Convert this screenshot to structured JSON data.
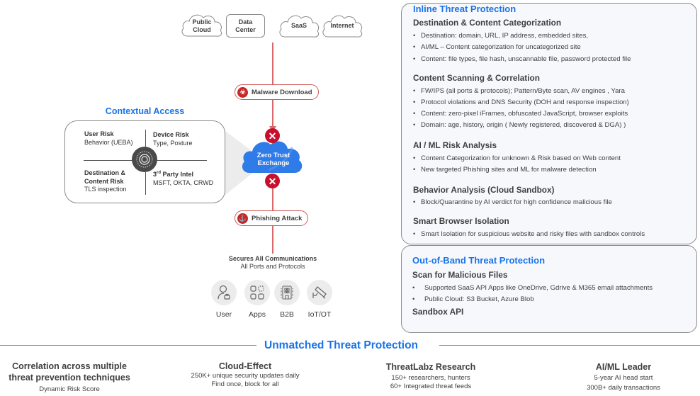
{
  "destinations": {
    "public_cloud": "Public Cloud",
    "data_center": "Data Center",
    "saas": "SaaS",
    "internet": "Internet"
  },
  "threats": {
    "malware": "Malware Download",
    "phishing": "Phishing Attack"
  },
  "zte": {
    "line1": "Zero Trust",
    "line2": "Exchange"
  },
  "contextual_access": {
    "title": "Contextual Access",
    "user_risk": {
      "title": "User Risk",
      "detail": "Behavior (UEBA)"
    },
    "device_risk": {
      "title": "Device Risk",
      "detail": "Type, Posture"
    },
    "dest_risk": {
      "title1": "Destination &",
      "title2": "Content Risk",
      "detail": "TLS inspection"
    },
    "third_party": {
      "title_num": "3",
      "title_sup": "rd",
      "title_rest": " Party Intel",
      "detail": "MSFT, OKTA, CRWD"
    }
  },
  "secures": {
    "title": "Secures All Communications",
    "subtitle": "All Ports and Protocols"
  },
  "endpoints": [
    {
      "label": "User",
      "icon": "user-icon"
    },
    {
      "label": "Apps",
      "icon": "apps-icon"
    },
    {
      "label": "B2B",
      "icon": "building-icon"
    },
    {
      "label": "IoT/OT",
      "icon": "camera-icon"
    }
  ],
  "inline": {
    "title": "Inline Threat Protection",
    "sections": [
      {
        "heading": "Destination & Content Categorization",
        "bullets": [
          "Destination: domain, URL, IP address, embedded sites,",
          "AI/ML – Content categorization for uncategorized site",
          "Content: file types, file hash, unscannable file, password protected file"
        ]
      },
      {
        "heading": "Content Scanning & Correlation",
        "bullets": [
          "FW/IPS (all ports & protocols); Pattern/Byte scan, AV engines , Yara",
          "Protocol violations and DNS Security (DOH and response inspection)",
          "Content: zero-pixel iFrames, obfuscated JavaScript, browser exploits",
          "Domain: age, history, origin ( Newly registered, discovered & DGA) )"
        ]
      },
      {
        "heading": "AI / ML Risk Analysis",
        "bullets": [
          "Content Categorization for unknown &  Risk based on Web content",
          "New targeted Phishing sites and ML for malware detection"
        ]
      },
      {
        "heading": "Behavior Analysis (Cloud Sandbox)",
        "bullets": [
          "Block/Quarantine by AI verdict for high confidence malicious file"
        ]
      },
      {
        "heading": "Smart Browser Isolation",
        "bullets": [
          "Smart Isolation for suspicious website and risky files with sandbox controls"
        ]
      }
    ]
  },
  "oob": {
    "title": "Out-of-Band Threat Protection",
    "scan_heading": "Scan for Malicious Files",
    "bullets": [
      "Supported SaaS API Apps like OneDrive, Gdrive & M365 email attachments",
      "Public Cloud: S3 Bucket, Azure Blob"
    ],
    "sandbox_heading": "Sandbox API"
  },
  "bottom": {
    "title": "Unmatched Threat Protection",
    "pillars": [
      {
        "heading1": "Correlation across multiple",
        "heading2": "threat prevention techniques",
        "lines": [
          "Dynamic Risk Score"
        ]
      },
      {
        "heading1": "Cloud-Effect",
        "lines": [
          "250K+ unique security updates daily",
          "Find once, block for all"
        ]
      },
      {
        "heading1": "ThreatLabz Research",
        "lines": [
          "150+ researchers, hunters",
          "60+ Integrated threat feeds"
        ]
      },
      {
        "heading1": "AI/ML Leader",
        "lines": [
          "5-year AI head start",
          "300B+ daily transactions"
        ]
      }
    ]
  },
  "colors": {
    "accent_blue": "#1a73e8",
    "threat_red": "#c8102e",
    "zte_blue": "#2f7be8",
    "panel_bg": "#f7f8fc"
  }
}
